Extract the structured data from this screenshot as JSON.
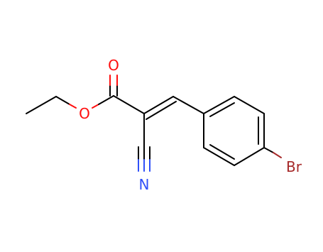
{
  "molecule": {
    "atoms": {
      "carbonyl_oxygen": "O",
      "ester_oxygen": "O",
      "nitrile_nitrogen": "N",
      "bromine": "Br"
    },
    "colors": {
      "bond": "#000000",
      "oxygen": "#ff0d0d",
      "nitrogen": "#3050f8",
      "bromine": "#a62929"
    }
  }
}
